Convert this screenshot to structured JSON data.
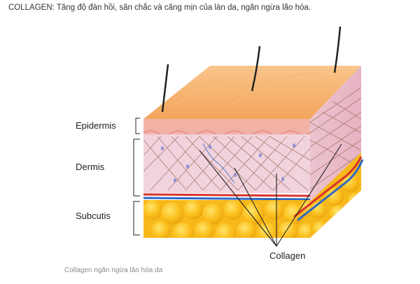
{
  "article": {
    "headline": "COLLAGEN: Tăng độ đàn hồi, săn chắc và căng mịn của làn da, ngăn ngừa lão hóa.",
    "caption": "Collagen ngăn ngừa lão hóa da"
  },
  "diagram": {
    "layers": [
      {
        "label": "Epidermis",
        "color": "#f3b2a6"
      },
      {
        "label": "Dermis",
        "color": "#f1d3de"
      },
      {
        "label": "Subcutis",
        "color": "#fbc11a"
      }
    ],
    "pointer_label": "Collagen",
    "surface_color": "#f5a25c",
    "fiber_color": "#9e6a55"
  }
}
